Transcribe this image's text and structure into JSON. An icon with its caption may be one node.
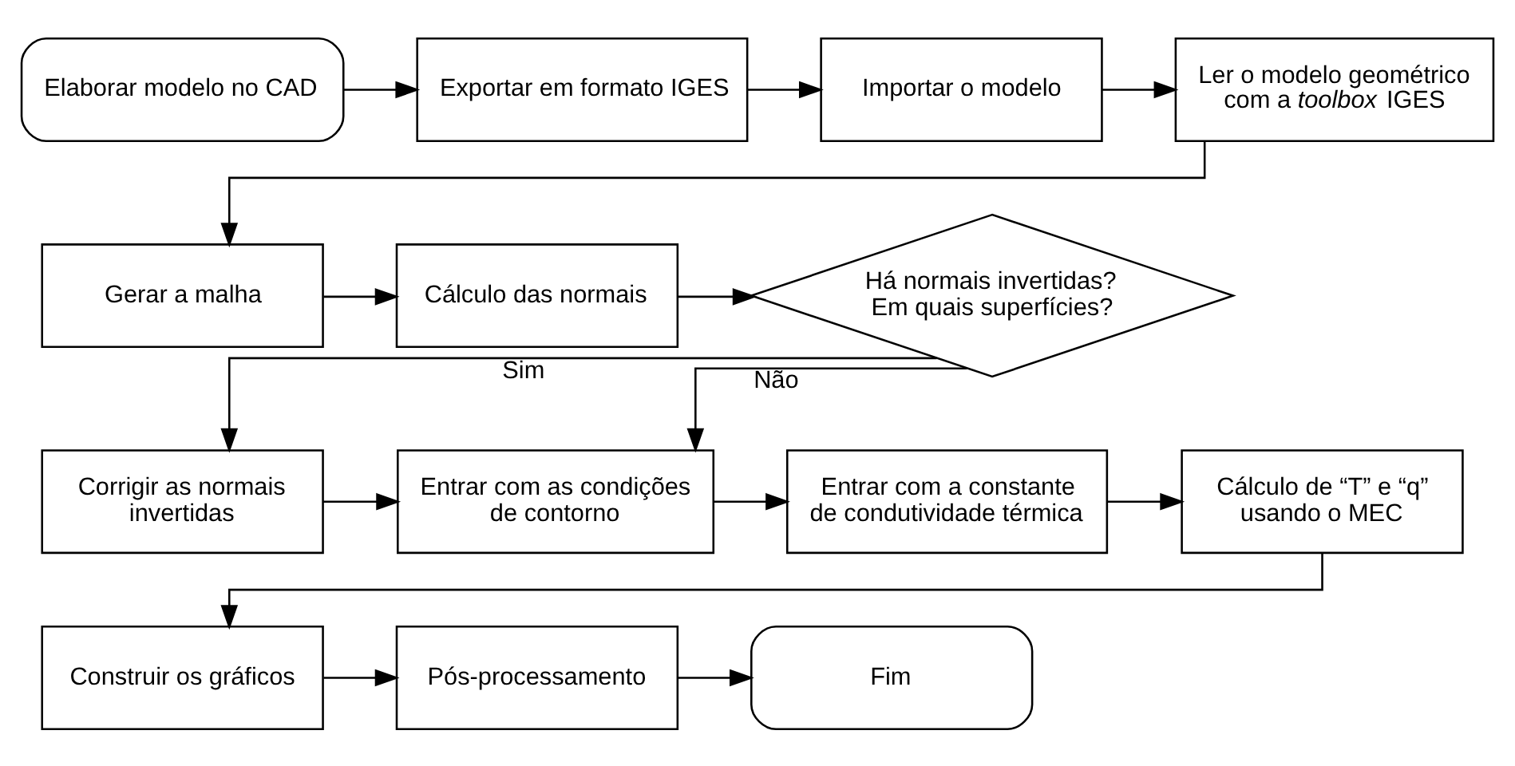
{
  "diagram": {
    "nodes": [
      {
        "text": [
          "Elaborar modelo no CAD"
        ]
      },
      {
        "text": [
          "Exportar em formato IGES"
        ]
      },
      {
        "text": [
          "Importar o modelo"
        ]
      },
      {
        "text": [
          "Ler o modelo geométrico com a *toolbox* IGES"
        ]
      },
      {
        "text": [
          "Gerar a malha"
        ]
      },
      {
        "text": [
          "Cálculo das normais"
        ]
      },
      {
        "text": [
          "Há normais invertidas? Em quais superfícies?"
        ]
      },
      {
        "text": [
          "Corrigir as normais invertidas"
        ]
      },
      {
        "text": [
          "Entrar com as condições de contorno"
        ]
      },
      {
        "text": [
          "Entrar com a constante de condutividade térmica"
        ]
      },
      {
        "text": [
          "Cálculo de “T” e “q” usando o MEC"
        ]
      },
      {
        "text": [
          "Construir os gráficos"
        ]
      },
      {
        "text": [
          "Pós-processamento"
        ]
      },
      {
        "text": [
          "Fim"
        ]
      }
    ],
    "edges": [
      {
        "from": 0,
        "to": 1,
        "arrow": "to"
      },
      {
        "from": 1,
        "to": 2,
        "arrow": "to"
      },
      {
        "from": 2,
        "to": 3,
        "arrow": "to"
      },
      {
        "from": 3,
        "to": 4,
        "arrow": "to"
      },
      {
        "from": 4,
        "to": 5,
        "arrow": "to"
      },
      {
        "from": 5,
        "to": 6,
        "arrow": "to"
      },
      {
        "from": 6,
        "to": 7,
        "arrow": "to",
        "label": "Sim"
      },
      {
        "from": 6,
        "to": 8,
        "arrow": "to",
        "label": "Não"
      },
      {
        "from": 7,
        "to": 8,
        "arrow": "to"
      },
      {
        "from": 8,
        "to": 9,
        "arrow": "to"
      },
      {
        "from": 9,
        "to": 10,
        "arrow": "to"
      },
      {
        "from": 10,
        "to": 11,
        "arrow": "to"
      },
      {
        "from": 11,
        "to": 12,
        "arrow": "to"
      },
      {
        "from": 12,
        "to": 13,
        "arrow": "to"
      }
    ]
  }
}
